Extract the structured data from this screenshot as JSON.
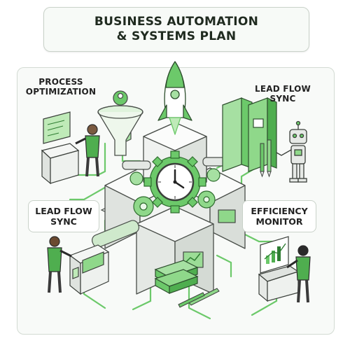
{
  "title": {
    "line1": "BUSINESS AUTOMATION",
    "line2": "& SYSTEMS PLAN"
  },
  "labels": {
    "process_optimization": {
      "line1": "PROCESS",
      "line2": "OPTIMIZATION"
    },
    "lead_flow_sync_top": {
      "line1": "LEAD FLOW",
      "line2": "SYNC"
    },
    "lead_flow_sync_left": {
      "line1": "LEAD FLOW",
      "line2": "SYNC"
    },
    "efficiency_monitor": {
      "line1": "EFFICIENCY",
      "line2": "MONITOR"
    }
  },
  "colors": {
    "accent_green": "#5cbf5c",
    "dark_green": "#2e7d32",
    "light_green": "#c8ecc4",
    "machine_gray": "#e6e9e6",
    "outline": "#4a4f4a"
  },
  "icons": [
    "rocket-icon",
    "funnel-icon",
    "clock-icon",
    "gear-icon",
    "robot-icon",
    "book-icon",
    "pencil-icon",
    "person-icon",
    "laptop-icon",
    "chart-icon"
  ]
}
